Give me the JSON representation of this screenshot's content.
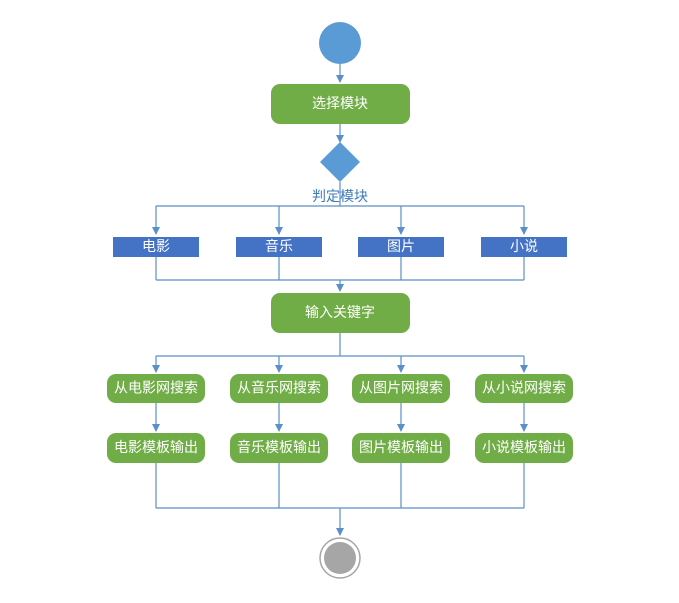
{
  "colors": {
    "start": "#5b9bd5",
    "action": "#71ad47",
    "category": "#4472c4",
    "decision": "#5b9bd5",
    "edge": "#5b8fc7",
    "end_inner": "#a6a6a6",
    "end_ring": "#a6a6a6"
  },
  "flow": {
    "select_module": "选择模块",
    "decision_label": "判定模块",
    "input_keyword": "输入关键字"
  },
  "categories": [
    {
      "label": "电影",
      "search": "从电影网搜索",
      "output": "电影模板输出"
    },
    {
      "label": "音乐",
      "search": "从音乐网搜索",
      "output": "音乐模板输出"
    },
    {
      "label": "图片",
      "search": "从图片网搜索",
      "output": "图片模板输出"
    },
    {
      "label": "小说",
      "search": "从小说网搜索",
      "output": "小说模板输出"
    }
  ]
}
